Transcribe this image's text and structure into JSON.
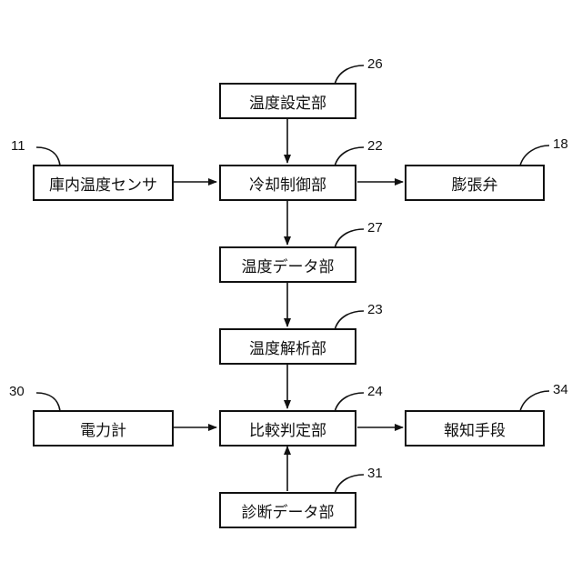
{
  "boxes": {
    "temp_setting": {
      "label": "温度設定部",
      "ref": "26"
    },
    "cooling_control": {
      "label": "冷却制御部",
      "ref": "22"
    },
    "interior_temp_sensor": {
      "label": "庫内温度センサ",
      "ref": "11"
    },
    "expansion_valve": {
      "label": "膨張弁",
      "ref": "18"
    },
    "temp_data": {
      "label": "温度データ部",
      "ref": "27"
    },
    "temp_analysis": {
      "label": "温度解析部",
      "ref": "23"
    },
    "comparison": {
      "label": "比較判定部",
      "ref": "24"
    },
    "power_meter": {
      "label": "電力計",
      "ref": "30"
    },
    "notification": {
      "label": "報知手段",
      "ref": "34"
    },
    "diagnosis_data": {
      "label": "診断データ部",
      "ref": "31"
    }
  }
}
